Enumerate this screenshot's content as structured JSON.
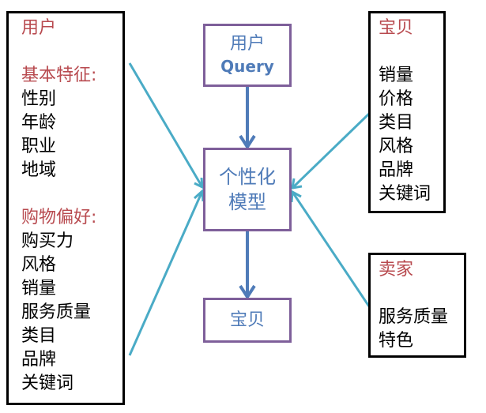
{
  "user_box": {
    "title": "用户",
    "sections": [
      {
        "heading": "基本特征:",
        "items": [
          "性别",
          "年龄",
          "职业",
          "地域"
        ]
      },
      {
        "heading": "购物偏好:",
        "items": [
          "购买力",
          "风格",
          "销量",
          "服务质量",
          "类目",
          "品牌",
          "关键词"
        ]
      }
    ]
  },
  "query_box": {
    "line1": "用户",
    "line2": "Query"
  },
  "model_box": {
    "line1": "个性化",
    "line2": "模型"
  },
  "output_box": {
    "label": "宝贝"
  },
  "item_box": {
    "title": "宝贝",
    "items": [
      "销量",
      "价格",
      "类目",
      "风格",
      "品牌",
      "关键词"
    ]
  },
  "seller_box": {
    "title": "卖家",
    "items": [
      "服务质量",
      "特色"
    ]
  },
  "colors": {
    "heading": "#b84a4f",
    "center_text": "#4f7bb8",
    "center_border": "#7e5f9a",
    "vertical_arrow": "#4f7bb8",
    "diagonal_arrow": "#4aabc6"
  }
}
